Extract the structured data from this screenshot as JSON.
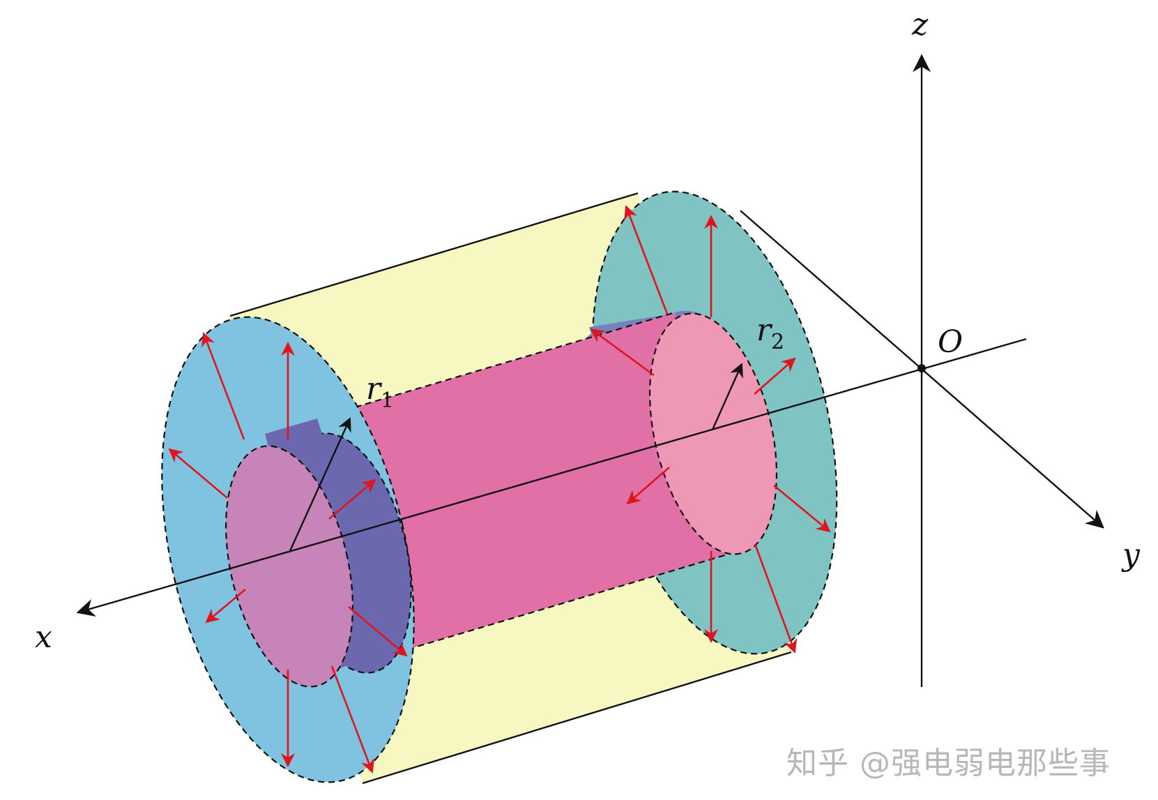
{
  "labels": {
    "x_axis": "x",
    "y_axis": "y",
    "z_axis": "z",
    "origin": "O",
    "r1_base": "r",
    "r1_sub": "1",
    "r2_base": "r",
    "r2_sub": "2"
  },
  "watermark": "知乎 @强电弱电那些事",
  "colors": {
    "outer_shell": "#f7f7c2",
    "inner_cylinder": "#e070a6",
    "left_outer_annulus": "#80c3e1",
    "left_inner_annulus": "#6b68b0",
    "left_core": "#c784b8",
    "right_outer_annulus": "#7fc4c2",
    "right_inner_annulus": "#7880bd",
    "right_core": "#ef98b6",
    "field_arrows": "#e0141c",
    "axes": "#111111"
  }
}
